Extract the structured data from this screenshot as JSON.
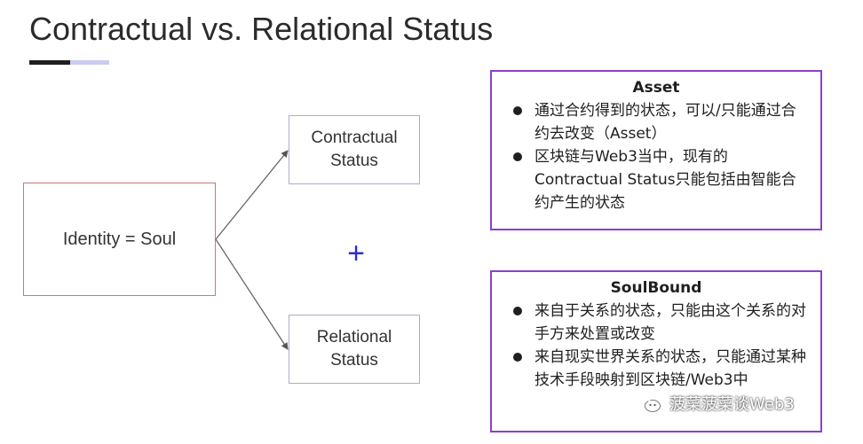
{
  "title": "Contractual vs. Relational Status",
  "colors": {
    "underline_dark": "#1e1e1e",
    "underline_light": "#c9cdf0",
    "identity_border": "#c9777a",
    "status_border": "#a9b0c7",
    "info_border": "#8e3fc9",
    "plus": "#2b2fd0"
  },
  "diagram": {
    "identity": "Identity = Soul",
    "contractual": "Contractual Status",
    "relational": "Relational Status",
    "plus": "+"
  },
  "asset_box": {
    "heading": "Asset",
    "bullets": [
      "通过合约得到的状态，可以/只能通过合约去改变（Asset）",
      "区块链与Web3当中，现有的Contractual Status只能包括由智能合约产生的状态"
    ]
  },
  "soulbound_box": {
    "heading": "SoulBound",
    "bullets": [
      "来自于关系的状态，只能由这个关系的对手方来处置或改变",
      "来自现实世界关系的状态，只能通过某种技术手段映射到区块链/Web3中"
    ]
  },
  "watermark": {
    "icon": "wechat-icon",
    "text": "菠菜菠菜谈Web3"
  }
}
